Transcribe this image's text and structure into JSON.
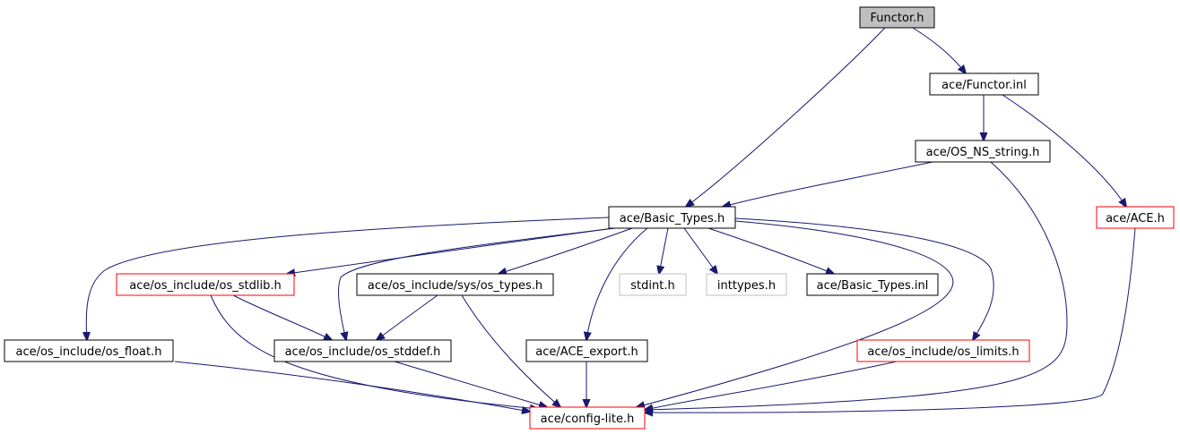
{
  "graph": {
    "colors": {
      "edge": "#191970",
      "node_border_default": "#000000",
      "node_border_external": "#bfbfbf",
      "node_border_incomplete": "#ff0000",
      "node_fill_root": "#bfbfbf",
      "node_fill_default": "#ffffff"
    },
    "nodes": [
      {
        "id": "functor_h",
        "label": "Functor.h",
        "kind": "root"
      },
      {
        "id": "functor_inl",
        "label": "ace/Functor.inl",
        "kind": "default"
      },
      {
        "id": "os_ns_string",
        "label": "ace/OS_NS_string.h",
        "kind": "default"
      },
      {
        "id": "basic_types_h",
        "label": "ace/Basic_Types.h",
        "kind": "default"
      },
      {
        "id": "ace_h",
        "label": "ace/ACE.h",
        "kind": "incomplete"
      },
      {
        "id": "os_stdlib",
        "label": "ace/os_include/os_stdlib.h",
        "kind": "incomplete"
      },
      {
        "id": "os_types",
        "label": "ace/os_include/sys/os_types.h",
        "kind": "default"
      },
      {
        "id": "stdint",
        "label": "stdint.h",
        "kind": "external"
      },
      {
        "id": "inttypes",
        "label": "inttypes.h",
        "kind": "external"
      },
      {
        "id": "basic_types_inl",
        "label": "ace/Basic_Types.inl",
        "kind": "default"
      },
      {
        "id": "os_float",
        "label": "ace/os_include/os_float.h",
        "kind": "default"
      },
      {
        "id": "os_stddef",
        "label": "ace/os_include/os_stddef.h",
        "kind": "default"
      },
      {
        "id": "ace_export",
        "label": "ace/ACE_export.h",
        "kind": "default"
      },
      {
        "id": "os_limits",
        "label": "ace/os_include/os_limits.h",
        "kind": "incomplete"
      },
      {
        "id": "config_lite",
        "label": "ace/config-lite.h",
        "kind": "incomplete"
      }
    ],
    "edges": [
      {
        "from": "functor_h",
        "to": "basic_types_h"
      },
      {
        "from": "functor_h",
        "to": "functor_inl"
      },
      {
        "from": "functor_inl",
        "to": "os_ns_string"
      },
      {
        "from": "functor_inl",
        "to": "ace_h"
      },
      {
        "from": "os_ns_string",
        "to": "basic_types_h"
      },
      {
        "from": "os_ns_string",
        "to": "config_lite"
      },
      {
        "from": "ace_h",
        "to": "config_lite"
      },
      {
        "from": "basic_types_h",
        "to": "os_float"
      },
      {
        "from": "basic_types_h",
        "to": "os_stdlib"
      },
      {
        "from": "basic_types_h",
        "to": "os_stddef"
      },
      {
        "from": "basic_types_h",
        "to": "os_types"
      },
      {
        "from": "basic_types_h",
        "to": "ace_export"
      },
      {
        "from": "basic_types_h",
        "to": "stdint"
      },
      {
        "from": "basic_types_h",
        "to": "inttypes"
      },
      {
        "from": "basic_types_h",
        "to": "basic_types_inl"
      },
      {
        "from": "basic_types_h",
        "to": "config_lite"
      },
      {
        "from": "basic_types_h",
        "to": "os_limits"
      },
      {
        "from": "os_stdlib",
        "to": "os_stddef"
      },
      {
        "from": "os_stdlib",
        "to": "config_lite"
      },
      {
        "from": "os_types",
        "to": "os_stddef"
      },
      {
        "from": "os_types",
        "to": "config_lite"
      },
      {
        "from": "os_float",
        "to": "config_lite"
      },
      {
        "from": "os_stddef",
        "to": "config_lite"
      },
      {
        "from": "ace_export",
        "to": "config_lite"
      },
      {
        "from": "os_limits",
        "to": "config_lite"
      }
    ]
  }
}
